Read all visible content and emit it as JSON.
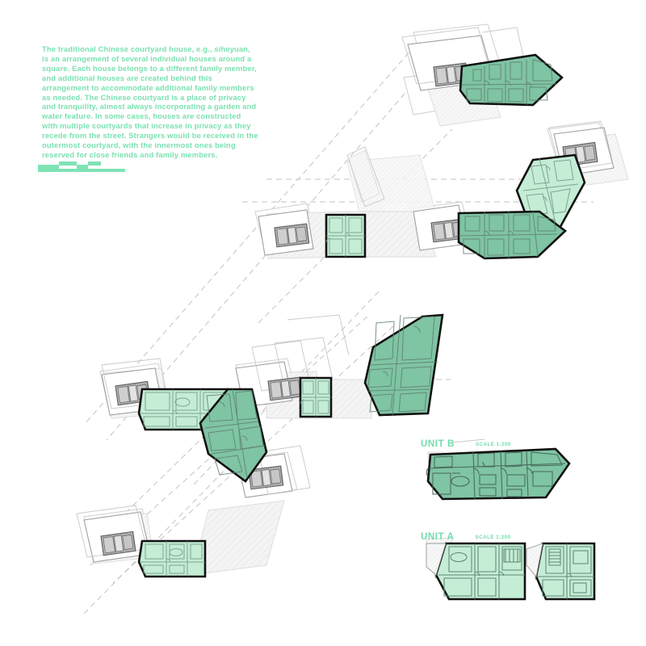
{
  "poster": {
    "title_text": "The traditional Chinese courtyard house, e.g., siheyuan, is an arrangement of several individual houses around a square. Each house belongs to a different family member, and additional houses are created behind this arrangement to accommodate additional family members as needed. The Chinese courtyard is a place of privacy and tranquility, almost always incorporating a garden and water feature. In some cases, houses are constructed with multiple courtyards that increase in privacy as they recede from the street. Strangers would be received in the outermost courtyard, with the innermost ones being reserved for close friends and family members.",
    "background": "#ffffff"
  },
  "scale_bar": {
    "name": "graphic-scale-bar",
    "color": "#7fe3b4",
    "segments": 4
  },
  "colors": {
    "text_green": "#79e2b0",
    "unit_fill_dark": "#7fc4a3",
    "unit_fill_light": "#c5ecd5",
    "wall_black": "#111111",
    "ghost_gray": "#d8d8d8",
    "hatch_gray": "#ededed",
    "core_gray": "#8c8c8c",
    "dashed_gray": "#bdbdbd"
  },
  "details": {
    "unit_b": {
      "name": "UNIT B",
      "scale": "SCALE 1:200"
    },
    "unit_a": {
      "name": "UNIT A",
      "scale": "SCALE 1:200"
    }
  },
  "site_plan": {
    "name": "courtyard-house-site-plan",
    "cluster_count": 6,
    "clusters": [
      {
        "id": "cluster-top-right",
        "fill": "#7fc4a3"
      },
      {
        "id": "cluster-right-upper",
        "fill": "#c5ecd5"
      },
      {
        "id": "cluster-right-lower",
        "fill": "#7fc4a3"
      },
      {
        "id": "cluster-center",
        "fill": "#c5ecd5"
      },
      {
        "id": "cluster-center-right",
        "fill": "#7fc4a3"
      },
      {
        "id": "cluster-left-upper",
        "fill": "#c5ecd5"
      },
      {
        "id": "cluster-left-lower",
        "fill": "#7fc4a3"
      },
      {
        "id": "cluster-bottom-left",
        "fill": "#c5ecd5"
      }
    ]
  }
}
